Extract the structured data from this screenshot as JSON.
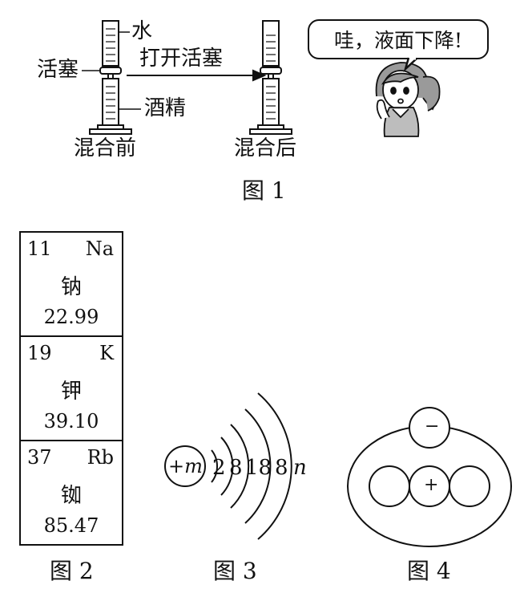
{
  "fig1": {
    "label_water": "水",
    "label_stopcock": "活塞",
    "label_action": "打开活塞",
    "label_alcohol": "酒精",
    "label_before": "混合前",
    "label_after": "混合后",
    "speech": "哇，液面下降!",
    "caption": "图 1"
  },
  "fig2": {
    "elements": [
      {
        "number": "11",
        "symbol": "Na",
        "name": "钠",
        "mass": "22.99"
      },
      {
        "number": "19",
        "symbol": "K",
        "name": "钾",
        "mass": "39.10"
      },
      {
        "number": "37",
        "symbol": "Rb",
        "name": "铷",
        "mass": "85.47"
      }
    ],
    "caption": "图 2"
  },
  "fig3": {
    "nucleus": "+m",
    "shells": [
      "2",
      "8",
      "18",
      "8",
      "n"
    ],
    "caption": "图 3"
  },
  "fig4": {
    "top_sign": "−",
    "center_sign": "+",
    "caption": "图 4"
  }
}
